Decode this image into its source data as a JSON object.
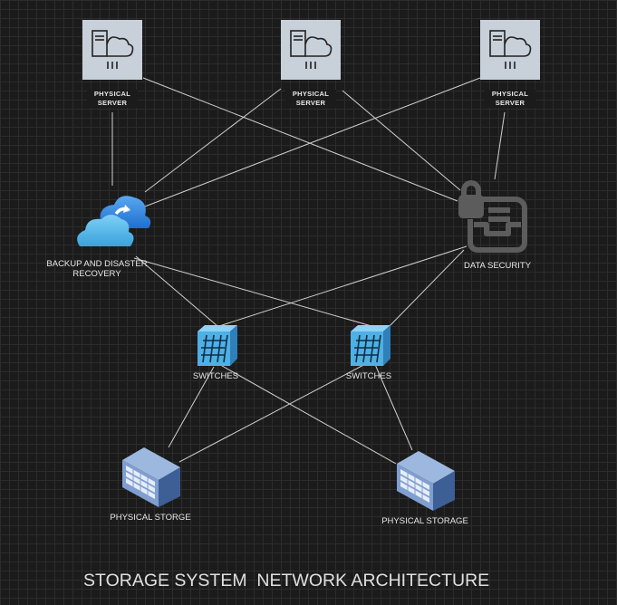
{
  "title": "STORAGE SYSTEM  NETWORK ARCHITECTURE",
  "nodes": {
    "server_1": "PHYSICAL SERVER",
    "server_2": "PHYSICAL SERVER",
    "server_3": "PHYSICAL SERVER",
    "backup": "BACKUP AND DISASTER RECOVERY",
    "security": "DATA SECURITY",
    "switch_1": "SWITCHES",
    "switch_2": "SWITCHES",
    "storage_1": "PHYSICAL STORGE",
    "storage_2": "PHYSICAL STORAGE"
  },
  "icons": {
    "server": "cloud-server-icon",
    "backup": "cloud-backup-icon",
    "security": "locked-inbox-icon",
    "switch": "network-switch-icon",
    "storage": "storage-array-icon"
  },
  "colors": {
    "background": "#1b1b1b",
    "grid": "#2c2c2c",
    "line": "#d0d0d0",
    "server_tile": "#c8d0da",
    "switch_blue": "#4fb0e6",
    "cloud_blue": "#3b8fe0",
    "storage_blue": "#6f8fc4"
  }
}
